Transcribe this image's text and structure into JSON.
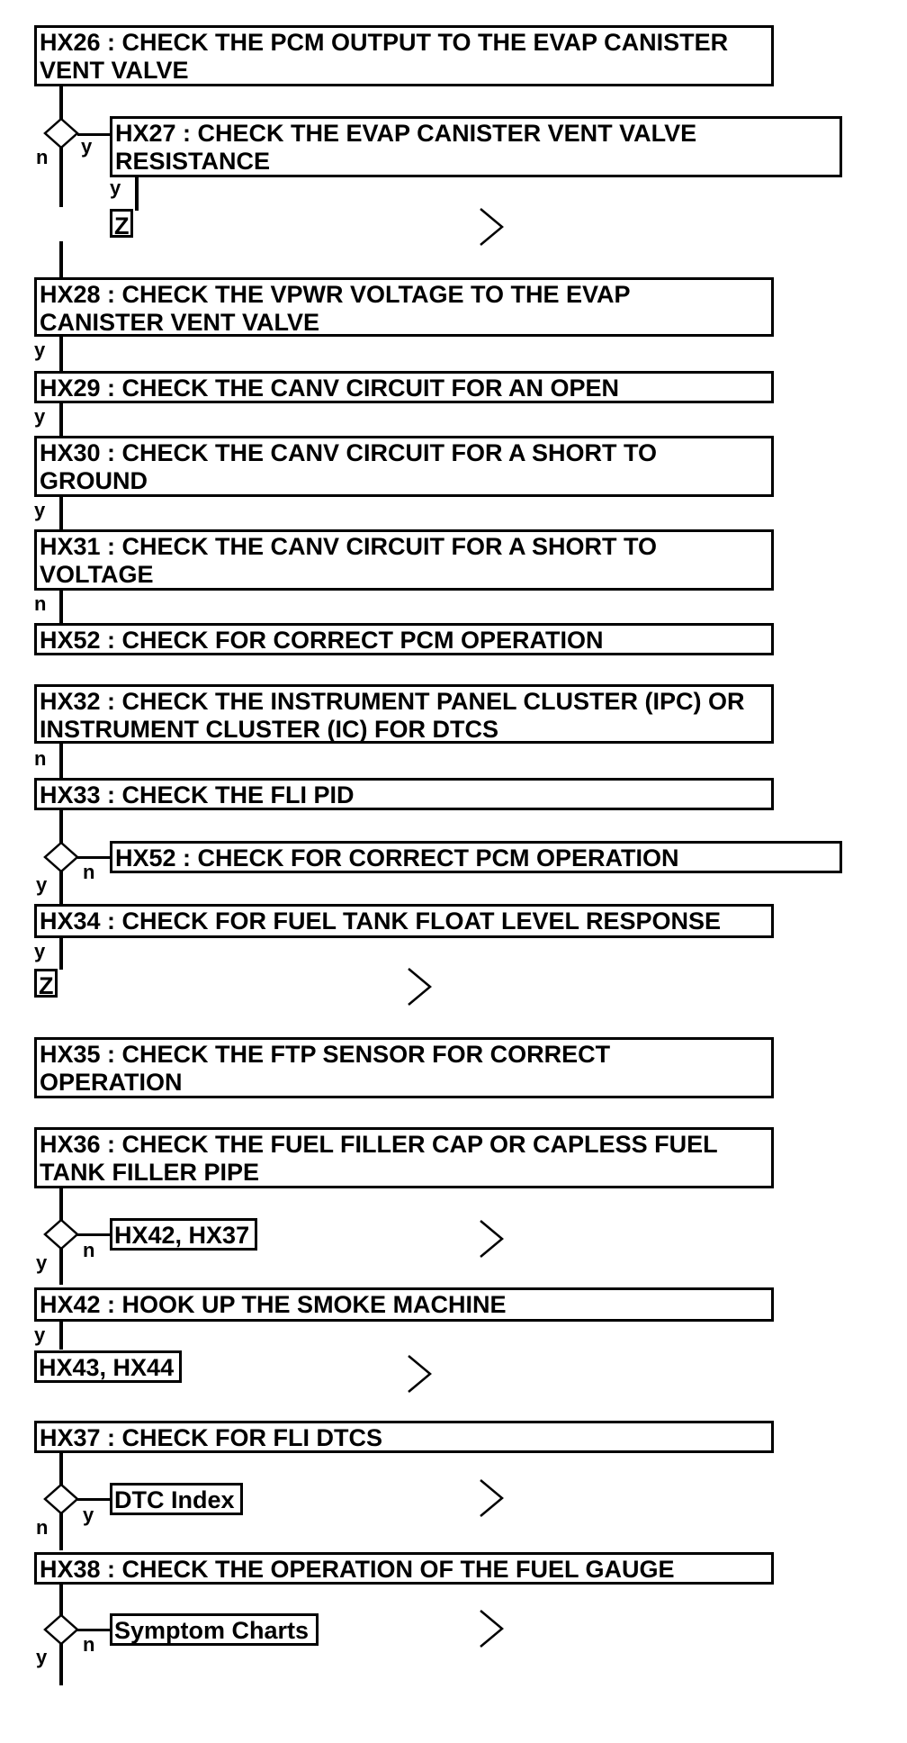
{
  "steps": {
    "hx26": "HX26 : CHECK THE PCM OUTPUT TO THE EVAP CANISTER\nVENT VALVE",
    "hx27": "HX27 : CHECK THE EVAP CANISTER VENT VALVE\nRESISTANCE",
    "hx28": "HX28 : CHECK THE VPWR VOLTAGE TO THE EVAP\nCANISTER VENT VALVE",
    "hx29": "HX29 : CHECK THE CANV CIRCUIT FOR AN OPEN",
    "hx30": "HX30 : CHECK THE CANV CIRCUIT FOR A SHORT TO\nGROUND",
    "hx31": "HX31 : CHECK THE CANV CIRCUIT FOR A SHORT TO\nVOLTAGE",
    "hx52a": "HX52 : CHECK FOR CORRECT PCM OPERATION",
    "hx32": "HX32 : CHECK THE INSTRUMENT PANEL CLUSTER (IPC) OR\nINSTRUMENT CLUSTER (IC) FOR DTCS",
    "hx33": "HX33 : CHECK THE FLI PID",
    "hx52b": "HX52 : CHECK FOR CORRECT PCM OPERATION",
    "hx34": "HX34 : CHECK FOR FUEL TANK FLOAT LEVEL RESPONSE",
    "hx35": "HX35 : CHECK THE FTP SENSOR FOR CORRECT\nOPERATION",
    "hx36": "HX36 : CHECK THE FUEL FILLER CAP OR CAPLESS FUEL\nTANK FILLER PIPE",
    "hx42": "HX42 : HOOK UP THE SMOKE MACHINE",
    "hx37": "HX37 : CHECK FOR FLI DTCS",
    "hx38": "HX38 : CHECK THE OPERATION OF THE FUEL GAUGE"
  },
  "jumps": {
    "z1": "Z",
    "z2": "Z",
    "hx42_hx37": "HX42, HX37",
    "hx43_hx44": "HX43, HX44",
    "dtc_index": "DTC Index",
    "symptom_charts": "Symptom Charts"
  },
  "branch_labels": {
    "yes": "y",
    "no": "n"
  }
}
